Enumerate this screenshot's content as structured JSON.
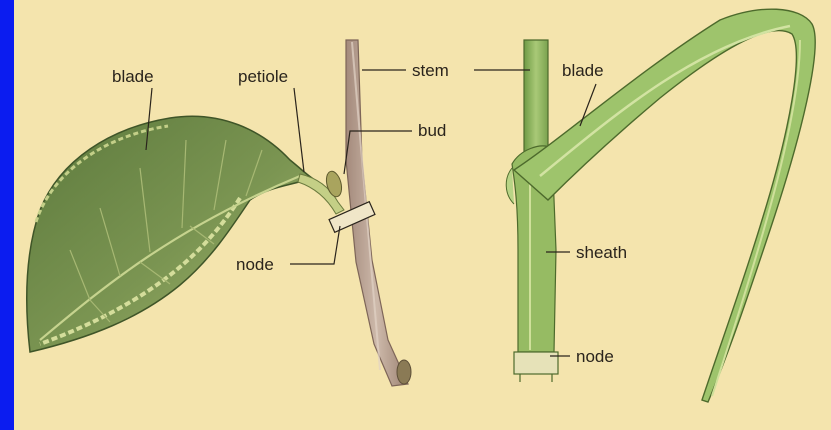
{
  "diagram": {
    "background_color": "#f4e4ad",
    "frame_color": "#0b1cf0",
    "labels": {
      "blade_left": "blade",
      "petiole": "petiole",
      "stem_left": "stem",
      "bud": "bud",
      "node_left": "node",
      "blade_right": "blade",
      "sheath": "sheath",
      "node_right": "node"
    },
    "colors": {
      "dicot_leaf": "#6f8a4a",
      "dicot_leaf_edge": "#c8d58f",
      "woody_stem": "#b8a294",
      "grass_green": "#8bb35a",
      "grass_light": "#c9dc8d"
    }
  }
}
